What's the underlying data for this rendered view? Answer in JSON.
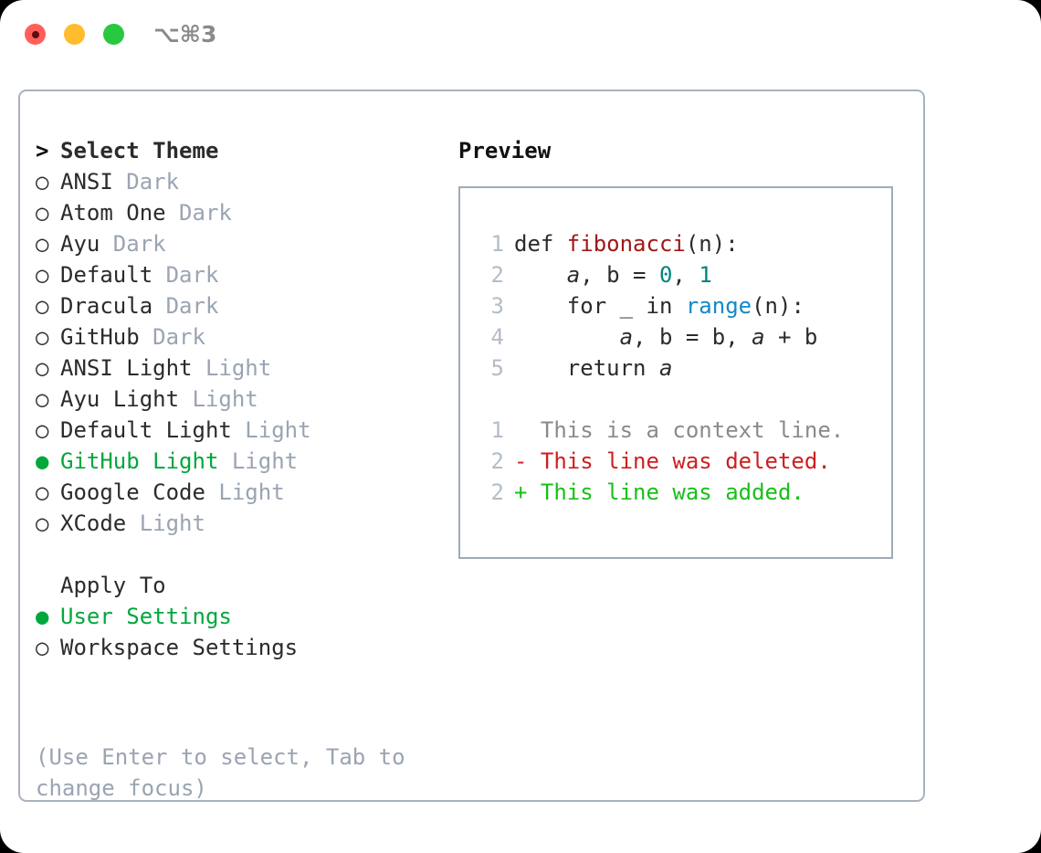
{
  "titlebar": {
    "shortcut": "⌥⌘3",
    "lights": [
      {
        "name": "close",
        "color": "#ff5f57"
      },
      {
        "name": "minimize",
        "color": "#febc2e"
      },
      {
        "name": "maximize",
        "color": "#28c840"
      }
    ]
  },
  "theme_picker": {
    "header": {
      "marker": ">",
      "label": "Select Theme"
    },
    "items": [
      {
        "marker": "○",
        "name": "ANSI",
        "variant": "Dark",
        "selected": false
      },
      {
        "marker": "○",
        "name": "Atom One",
        "variant": "Dark",
        "selected": false
      },
      {
        "marker": "○",
        "name": "Ayu",
        "variant": "Dark",
        "selected": false
      },
      {
        "marker": "○",
        "name": "Default",
        "variant": "Dark",
        "selected": false
      },
      {
        "marker": "○",
        "name": "Dracula",
        "variant": "Dark",
        "selected": false
      },
      {
        "marker": "○",
        "name": "GitHub",
        "variant": "Dark",
        "selected": false
      },
      {
        "marker": "○",
        "name": "ANSI Light",
        "variant": "Light",
        "selected": false
      },
      {
        "marker": "○",
        "name": "Ayu Light",
        "variant": "Light",
        "selected": false
      },
      {
        "marker": "○",
        "name": "Default Light",
        "variant": "Light",
        "selected": false
      },
      {
        "marker": "●",
        "name": "GitHub Light",
        "variant": "Light",
        "selected": true
      },
      {
        "marker": "○",
        "name": "Google Code",
        "variant": "Light",
        "selected": false
      },
      {
        "marker": "○",
        "name": "XCode",
        "variant": "Light",
        "selected": false
      }
    ]
  },
  "apply_to": {
    "header": {
      "marker": " ",
      "label": "Apply To"
    },
    "options": [
      {
        "marker": "●",
        "name": "User Settings",
        "selected": true
      },
      {
        "marker": "○",
        "name": "Workspace Settings",
        "selected": false
      }
    ]
  },
  "hint": "(Use Enter to select, Tab to change focus)",
  "preview": {
    "title": "Preview",
    "code_lines": [
      {
        "num": "1",
        "segments": [
          {
            "t": "def ",
            "k": "kw"
          },
          {
            "t": "fibonacci",
            "k": "fn"
          },
          {
            "t": "(n):",
            "k": "plain"
          }
        ]
      },
      {
        "num": "2",
        "segments": [
          {
            "t": "    ",
            "k": "plain"
          },
          {
            "t": "a",
            "k": "var"
          },
          {
            "t": ", b = ",
            "k": "plain"
          },
          {
            "t": "0",
            "k": "num"
          },
          {
            "t": ", ",
            "k": "plain"
          },
          {
            "t": "1",
            "k": "num"
          }
        ]
      },
      {
        "num": "3",
        "segments": [
          {
            "t": "    for _ in ",
            "k": "plain"
          },
          {
            "t": "range",
            "k": "call"
          },
          {
            "t": "(n):",
            "k": "plain"
          }
        ]
      },
      {
        "num": "4",
        "segments": [
          {
            "t": "        ",
            "k": "plain"
          },
          {
            "t": "a",
            "k": "var"
          },
          {
            "t": ", b = b, ",
            "k": "plain"
          },
          {
            "t": "a",
            "k": "var"
          },
          {
            "t": " + b",
            "k": "plain"
          }
        ]
      },
      {
        "num": "5",
        "segments": [
          {
            "t": "    return ",
            "k": "plain"
          },
          {
            "t": "a",
            "k": "var"
          }
        ]
      }
    ],
    "diff_lines": [
      {
        "num": "1",
        "kind": "ctx",
        "text": "  This is a context line."
      },
      {
        "num": "2",
        "kind": "del",
        "text": "- This line was deleted."
      },
      {
        "num": "2",
        "kind": "add",
        "text": "+ This line was added."
      }
    ]
  },
  "colors": {
    "selected_green": "#00a83c",
    "variant_gray": "#9aa4b2",
    "border": "#a9b2be",
    "function_red": "#a01717",
    "number_teal": "#00857a",
    "call_blue": "#1389c6",
    "diff_delete": "#cc1f1f",
    "diff_add": "#17c017",
    "gutter_gray": "#b3bcc7"
  }
}
